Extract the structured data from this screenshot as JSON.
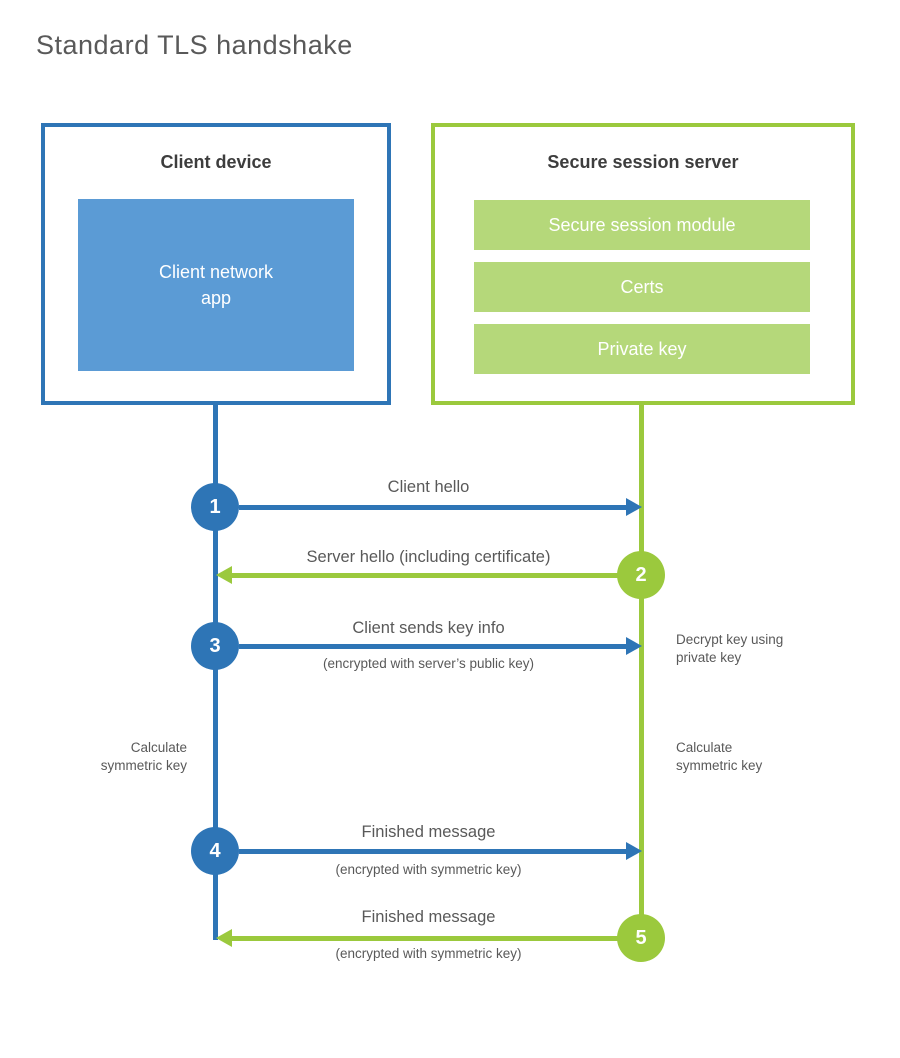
{
  "title": "Standard TLS handshake",
  "colors": {
    "blue": "#2e75b6",
    "blue-fill": "#5b9bd5",
    "green": "#9bc93d",
    "green-fill": "#b5d87a",
    "heading": "#3d3d3d",
    "text": "#595959"
  },
  "client": {
    "title": "Client device",
    "app": "Client network\napp"
  },
  "server": {
    "title": "Secure session server",
    "modules": [
      "Secure session module",
      "Certs",
      "Private key"
    ]
  },
  "steps": [
    {
      "num": "1",
      "actor": "client",
      "direction": "client-to-server",
      "label": "Client hello",
      "sub": ""
    },
    {
      "num": "2",
      "actor": "server",
      "direction": "server-to-client",
      "label": "Server hello (including certificate)",
      "sub": ""
    },
    {
      "num": "3",
      "actor": "client",
      "direction": "client-to-server",
      "label": "Client sends key info",
      "sub": "(encrypted with server’s public key)"
    },
    {
      "num": "4",
      "actor": "client",
      "direction": "client-to-server",
      "label": "Finished message",
      "sub": "(encrypted with symmetric key)"
    },
    {
      "num": "5",
      "actor": "server",
      "direction": "server-to-client",
      "label": "Finished message",
      "sub": "(encrypted with symmetric key)"
    }
  ],
  "notes": {
    "decrypt": "Decrypt key using\nprivate key",
    "calc_client": "Calculate\nsymmetric key",
    "calc_server": "Calculate\nsymmetric key"
  }
}
